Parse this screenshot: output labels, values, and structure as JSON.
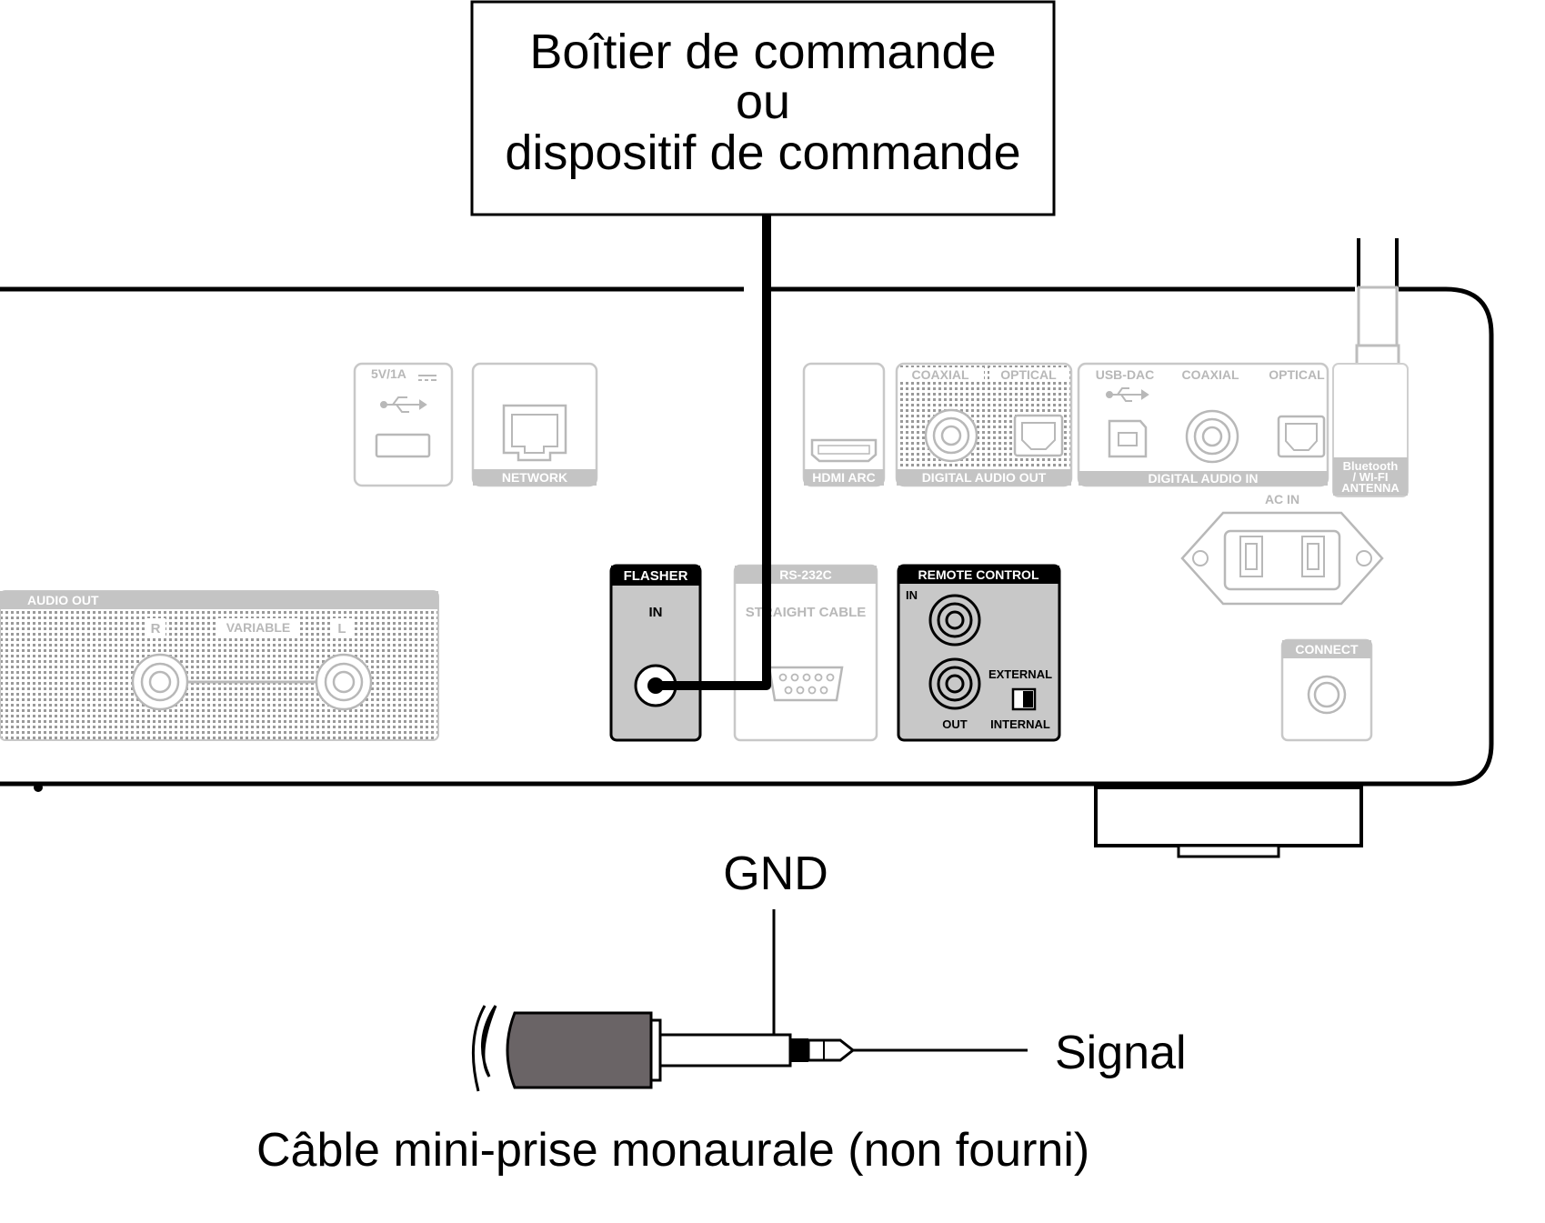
{
  "control_box": {
    "line1": "Boîtier de commande",
    "line2": "ou",
    "line3": "dispositif de commande"
  },
  "panel": {
    "usb": "5V/1A",
    "network": "NETWORK",
    "hdmi": "HDMI ARC",
    "digital_out": {
      "coaxial": "COAXIAL",
      "optical": "OPTICAL",
      "title": "DIGITAL AUDIO OUT"
    },
    "digital_in": {
      "usb_dac": "USB-DAC",
      "coaxial": "COAXIAL",
      "optical": "OPTICAL",
      "title": "DIGITAL AUDIO IN"
    },
    "antenna": {
      "line1": "Bluetooth",
      "line2": "/ WI-FI",
      "line3": "ANTENNA"
    },
    "ac_in": "AC IN",
    "audio_out": {
      "title": "AUDIO OUT",
      "r": "R",
      "variable": "VARIABLE",
      "l": "L"
    },
    "flasher": {
      "title": "FLASHER",
      "in": "IN"
    },
    "rs232c": {
      "title": "RS-232C",
      "sub": "STRAIGHT CABLE"
    },
    "remote": {
      "title": "REMOTE CONTROL",
      "in": "IN",
      "out": "OUT",
      "external": "EXTERNAL",
      "internal": "INTERNAL"
    },
    "connect": "CONNECT"
  },
  "plug": {
    "gnd": "GND",
    "signal": "Signal",
    "caption": "Câble mini-prise monaurale (non fourni)"
  },
  "colors": {
    "line": "#000000",
    "faint": "#bdbdbd",
    "highlight": "#c8c8c8",
    "plug_body": "#6a6466"
  }
}
